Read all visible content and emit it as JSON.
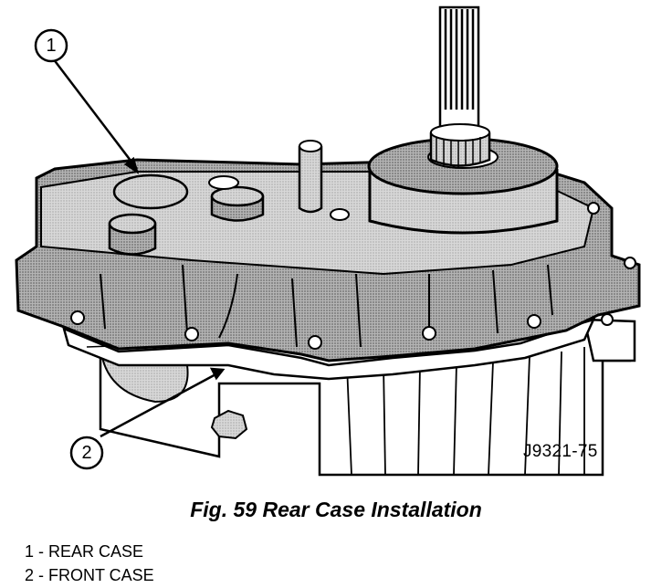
{
  "figure": {
    "callouts": [
      "1",
      "2"
    ],
    "drawing_code": "J9321-75",
    "caption": "Fig. 59 Rear Case Installation",
    "legend": [
      "1 - REAR CASE",
      "2 - FRONT CASE"
    ]
  },
  "colors": {
    "ink": "#000000",
    "tone": "#9a9a9a",
    "paper": "#ffffff"
  }
}
